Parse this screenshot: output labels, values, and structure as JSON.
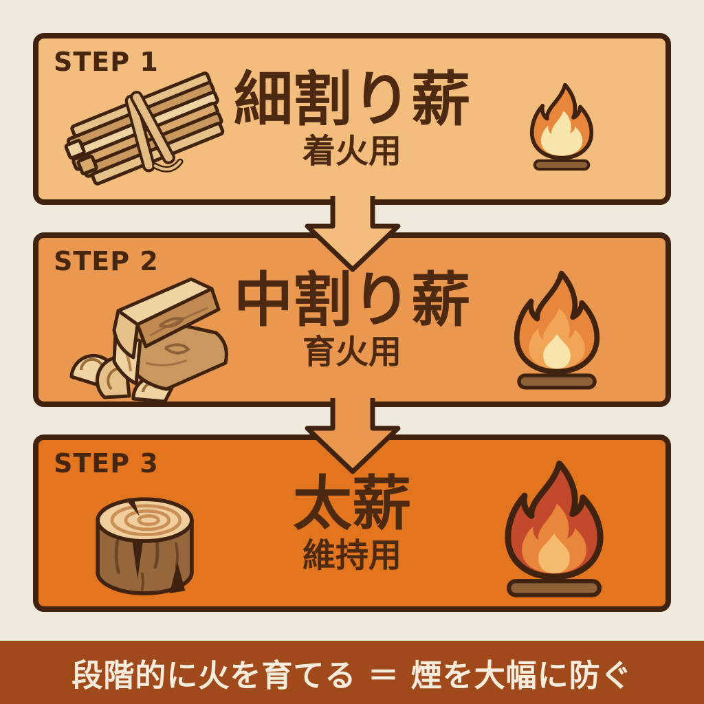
{
  "canvas": {
    "background_color": "#F0EADD"
  },
  "steps": [
    {
      "label": "STEP 1",
      "title": "細割り薪",
      "subtitle": "着火用",
      "panel_color": "#F3BE7D",
      "wood_icon": "kindling-bundle",
      "flame_icon": "small-flame"
    },
    {
      "label": "STEP 2",
      "title": "中割り薪",
      "subtitle": "育火用",
      "panel_color": "#EA974F",
      "wood_icon": "split-log-stack",
      "flame_icon": "medium-flame"
    },
    {
      "label": "STEP 3",
      "title": "太薪",
      "subtitle": "維持用",
      "panel_color": "#E2751D",
      "wood_icon": "thick-log",
      "flame_icon": "large-flame"
    }
  ],
  "footer": {
    "text": "段階的に火を育てる ＝ 煙を大幅に防ぐ",
    "background_color": "#A04A1C",
    "text_color": "#F5ECDC"
  },
  "colors": {
    "outline": "#3F2310",
    "heading_text": "#4C2910",
    "flame_small_outer": "#E8873C",
    "flame_cream_inner": "#F8E5AC",
    "flame_mid_orange": "#F1A657",
    "flame_large_outer": "#C2492B",
    "flame_large_inner": "#F4BA6E",
    "log_base": "#8F6138",
    "wood_light": "#EFD3A2",
    "wood_mid": "#D8A76B",
    "wood_shade": "#C9985E",
    "wood_dark": "#96663C"
  }
}
